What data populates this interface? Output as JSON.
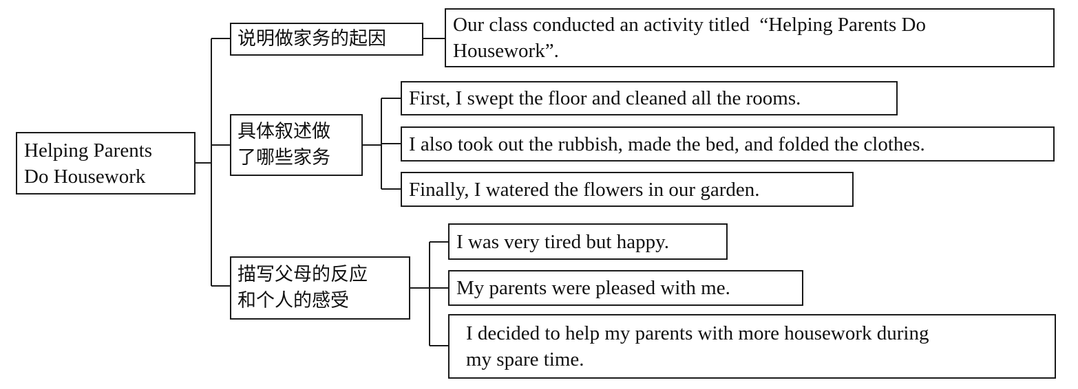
{
  "root": {
    "line1": "Helping Parents",
    "line2": "Do Housework"
  },
  "branches": [
    {
      "label_lines": [
        "说明做家务的起因"
      ],
      "leaves": [
        {
          "lines": [
            "Our class conducted an activity titled  “Helping Parents Do",
            "Housework”."
          ]
        }
      ]
    },
    {
      "label_lines": [
        "具体叙述做",
        "了哪些家务"
      ],
      "leaves": [
        {
          "lines": [
            "First, I swept the floor and cleaned all the rooms."
          ]
        },
        {
          "lines": [
            "I also took out the rubbish, made the bed, and folded the clothes."
          ]
        },
        {
          "lines": [
            "Finally, I watered the flowers in our garden."
          ]
        }
      ]
    },
    {
      "label_lines": [
        "描写父母的反应",
        "和个人的感受"
      ],
      "leaves": [
        {
          "lines": [
            "I was very tired but happy."
          ]
        },
        {
          "lines": [
            "My parents were pleased with me."
          ]
        },
        {
          "lines": [
            "I decided to help my parents with more housework during",
            "my spare time."
          ]
        }
      ]
    }
  ]
}
